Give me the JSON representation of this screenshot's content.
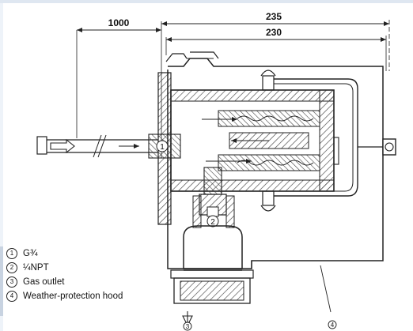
{
  "dimensions": {
    "hose_length": "1000",
    "overall_width": "235",
    "body_width": "230"
  },
  "callouts": {
    "inlet": "1",
    "npt": "2",
    "outlet": "3",
    "hood": "4"
  },
  "legend": [
    {
      "num": "1",
      "text": "G¾"
    },
    {
      "num": "2",
      "text": "¼NPT"
    },
    {
      "num": "3",
      "text": "Gas outlet"
    },
    {
      "num": "4",
      "text": "Weather-protection hood"
    }
  ],
  "colors": {
    "line": "#222222",
    "hatch": "#555555",
    "page_bar": "#dfe7f1"
  }
}
